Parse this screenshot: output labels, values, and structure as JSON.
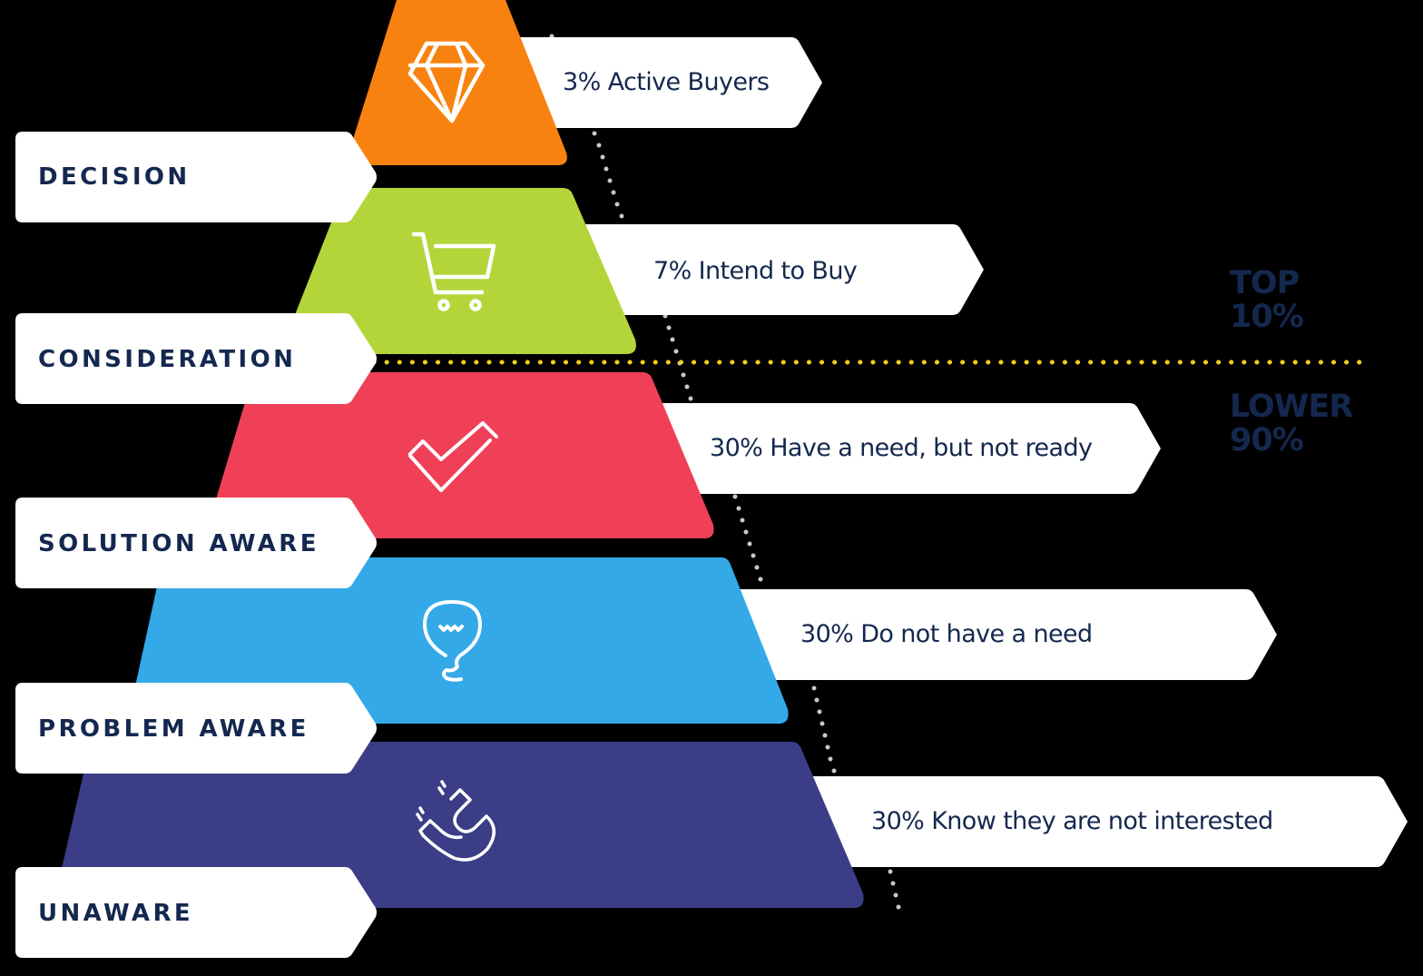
{
  "diagram": {
    "type": "funnel-pyramid",
    "background": "#000000",
    "text_color": "#14284f",
    "stages": [
      {
        "stage": "DECISION",
        "stat": "3% Active Buyers",
        "percent": 3,
        "color": "#f8820f",
        "icon": "diamond-icon"
      },
      {
        "stage": "CONSIDERATION",
        "stat": "7% Intend to Buy",
        "percent": 7,
        "color": "#b4d53a",
        "icon": "shopping-cart-icon"
      },
      {
        "stage": "SOLUTION AWARE",
        "stat": "30% Have a need, but not ready",
        "percent": 30,
        "color": "#ef4058",
        "icon": "checkmark-icon"
      },
      {
        "stage": "PROBLEM AWARE",
        "stat": "30% Do not have a need",
        "percent": 30,
        "color": "#33a9e8",
        "icon": "lightbulb-icon"
      },
      {
        "stage": "UNAWARE",
        "stat": "30% Know they are not interested",
        "percent": 30,
        "color": "#3b3e86",
        "icon": "magnet-icon"
      }
    ],
    "split": {
      "top": {
        "line1": "TOP",
        "line2": "10%"
      },
      "lower": {
        "line1": "LOWER",
        "line2": "90%"
      },
      "divider_color": "#f2cf1b"
    }
  }
}
